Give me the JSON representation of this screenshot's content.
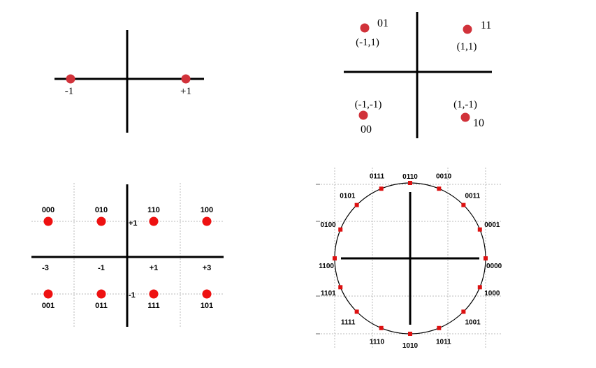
{
  "bpsk": {
    "points": [
      {
        "x": -1,
        "label": "-1"
      },
      {
        "x": 1,
        "label": "+1"
      }
    ],
    "dot_color": "#d1323a"
  },
  "qpsk": {
    "points": [
      {
        "x": -1,
        "y": 1,
        "bits": "01",
        "coord": "(-1,1)"
      },
      {
        "x": 1,
        "y": 1,
        "bits": "11",
        "coord": "(1,1)"
      },
      {
        "x": -1,
        "y": -1,
        "bits": "00",
        "coord": "(-1,-1)"
      },
      {
        "x": 1,
        "y": -1,
        "bits": "10",
        "coord": "(1,-1)"
      }
    ],
    "dot_color": "#d1323a"
  },
  "pam8": {
    "x_ticks": [
      "-3",
      "-1",
      "+1",
      "+3"
    ],
    "y_ticks": [
      "+1",
      "-1"
    ],
    "points": [
      {
        "x": -3,
        "y": 1,
        "bits": "000"
      },
      {
        "x": -1,
        "y": 1,
        "bits": "010"
      },
      {
        "x": 1,
        "y": 1,
        "bits": "110"
      },
      {
        "x": 3,
        "y": 1,
        "bits": "100"
      },
      {
        "x": -3,
        "y": -1,
        "bits": "001"
      },
      {
        "x": -1,
        "y": -1,
        "bits": "011"
      },
      {
        "x": 1,
        "y": -1,
        "bits": "111"
      },
      {
        "x": 3,
        "y": -1,
        "bits": "101"
      }
    ],
    "dot_color": "#ee1111"
  },
  "psk16": {
    "points": [
      {
        "angle": 0,
        "bits": "0000"
      },
      {
        "angle": 22.5,
        "bits": "0001"
      },
      {
        "angle": 45,
        "bits": "0011"
      },
      {
        "angle": 67.5,
        "bits": "0010"
      },
      {
        "angle": 90,
        "bits": "0110"
      },
      {
        "angle": 112.5,
        "bits": "0111"
      },
      {
        "angle": 135,
        "bits": "0101"
      },
      {
        "angle": 157.5,
        "bits": "0100"
      },
      {
        "angle": 180,
        "bits": "1100"
      },
      {
        "angle": 202.5,
        "bits": "1101"
      },
      {
        "angle": 225,
        "bits": "1111"
      },
      {
        "angle": 247.5,
        "bits": "1110"
      },
      {
        "angle": 270,
        "bits": "1010"
      },
      {
        "angle": 292.5,
        "bits": "1011"
      },
      {
        "angle": 315,
        "bits": "1001"
      },
      {
        "angle": 337.5,
        "bits": "1000"
      }
    ],
    "dot_color": "#dd1111"
  }
}
